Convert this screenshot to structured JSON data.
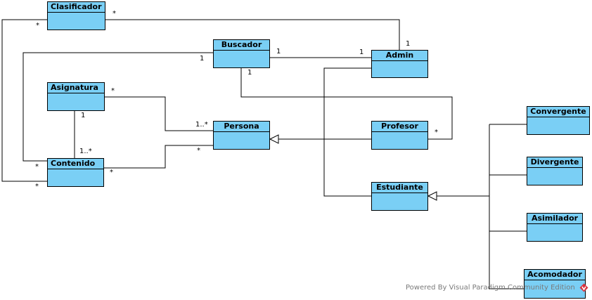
{
  "classes": {
    "clasificador": "Clasificador",
    "buscador": "Buscador",
    "admin": "Admin",
    "asignatura": "Asignatura",
    "persona": "Persona",
    "profesor": "Profesor",
    "contenido": "Contenido",
    "estudiante": "Estudiante",
    "convergente": "Convergente",
    "divergente": "Divergente",
    "asimilador": "Asimilador",
    "acomodador": "Acomodador"
  },
  "multiplicities": {
    "clasificador_right": "*",
    "clasificador_left": "*",
    "admin_top": "1",
    "buscador_right": "1",
    "admin_left": "1",
    "buscador_left": "1",
    "buscador_bottom": "1",
    "asignatura_right": "*",
    "asignatura_bottom": "1",
    "persona_top": "1..*",
    "persona_bottom": "*",
    "contenido_top": "1..*",
    "contenido_left_upper": "*",
    "contenido_left_lower": "*",
    "contenido_right": "*",
    "profesor_right": "*"
  },
  "watermark": "Powered By Visual Paradigm Community Edition",
  "colors": {
    "class_fill": "#7ACFF5",
    "line": "#000000",
    "watermark": "#7a7a7a",
    "logo": "#d9333f"
  }
}
